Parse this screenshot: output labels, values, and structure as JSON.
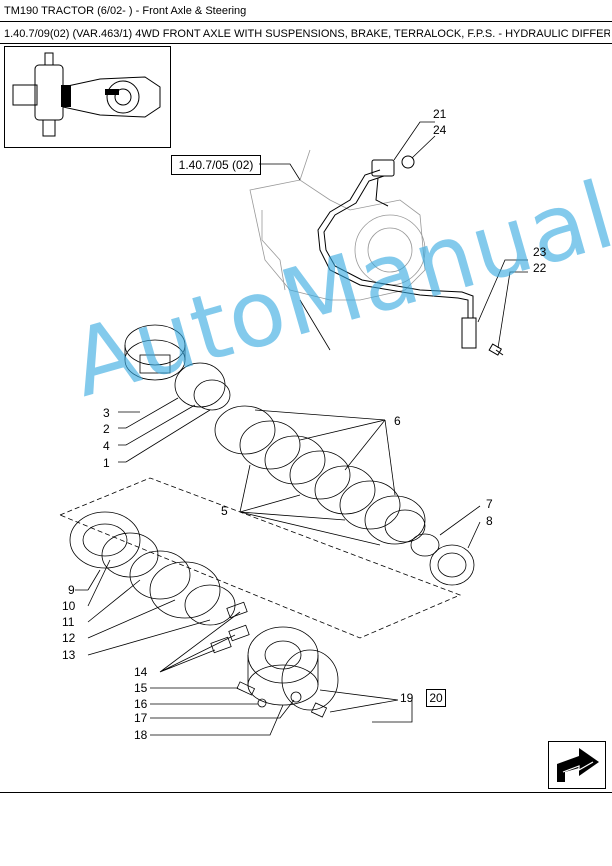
{
  "header": {
    "title": "TM190 TRACTOR (6/02- ) - Front Axle & Steering",
    "subtitle": "1.40.7/09(02) (VAR.463/1) 4WD FRONT AXLE WITH SUSPENSIONS, BRAKE, TERRALOCK, F.P.S. - HYDRAULIC DIFFERENTIAL LO"
  },
  "diagram": {
    "ref_box": "1.40.7/05 (02)",
    "box_20": "20",
    "labels": {
      "l21": "21",
      "l24": "24",
      "l23": "23",
      "l22": "22",
      "l3": "3",
      "l2": "2",
      "l4": "4",
      "l1": "1",
      "l6": "6",
      "l5": "5",
      "l7": "7",
      "l8": "8",
      "l9": "9",
      "l10": "10",
      "l11": "11",
      "l12": "12",
      "l13": "13",
      "l14": "14",
      "l15": "15",
      "l16": "16",
      "l17": "17",
      "l18": "18",
      "l19": "19"
    }
  },
  "watermark": "AutoManual",
  "nav": {
    "icon": "next-page-arrow-icon"
  }
}
